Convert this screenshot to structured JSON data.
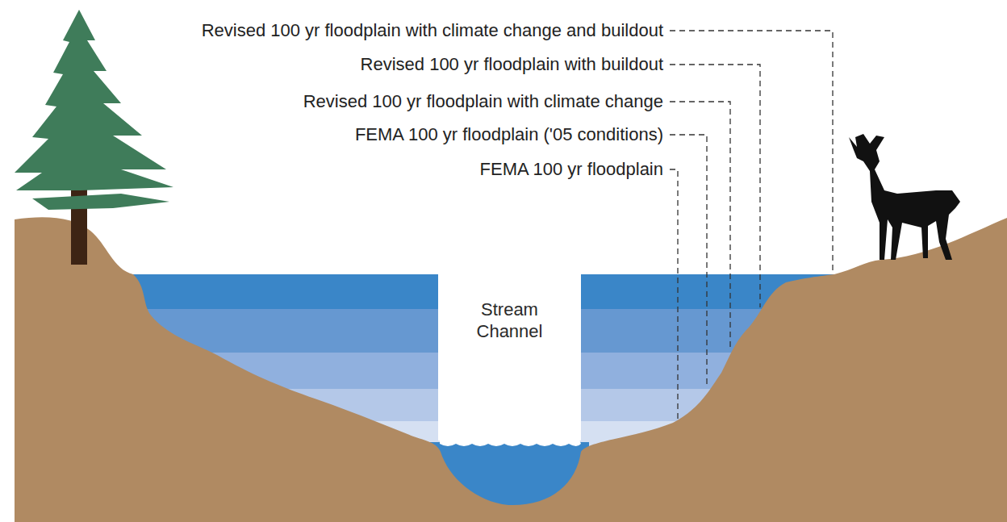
{
  "diagram": {
    "nodes": [
      {
        "text": [
          "Stream Channel"
        ]
      }
    ],
    "labels": [
      "Revised 100 yr floodplain with climate change and buildout",
      "Revised 100 yr floodplain with buildout",
      "Revised 100 yr floodplain with climate change",
      "FEMA 100 yr floodplain ('05 conditions)",
      "FEMA 100 yr floodplain"
    ]
  }
}
